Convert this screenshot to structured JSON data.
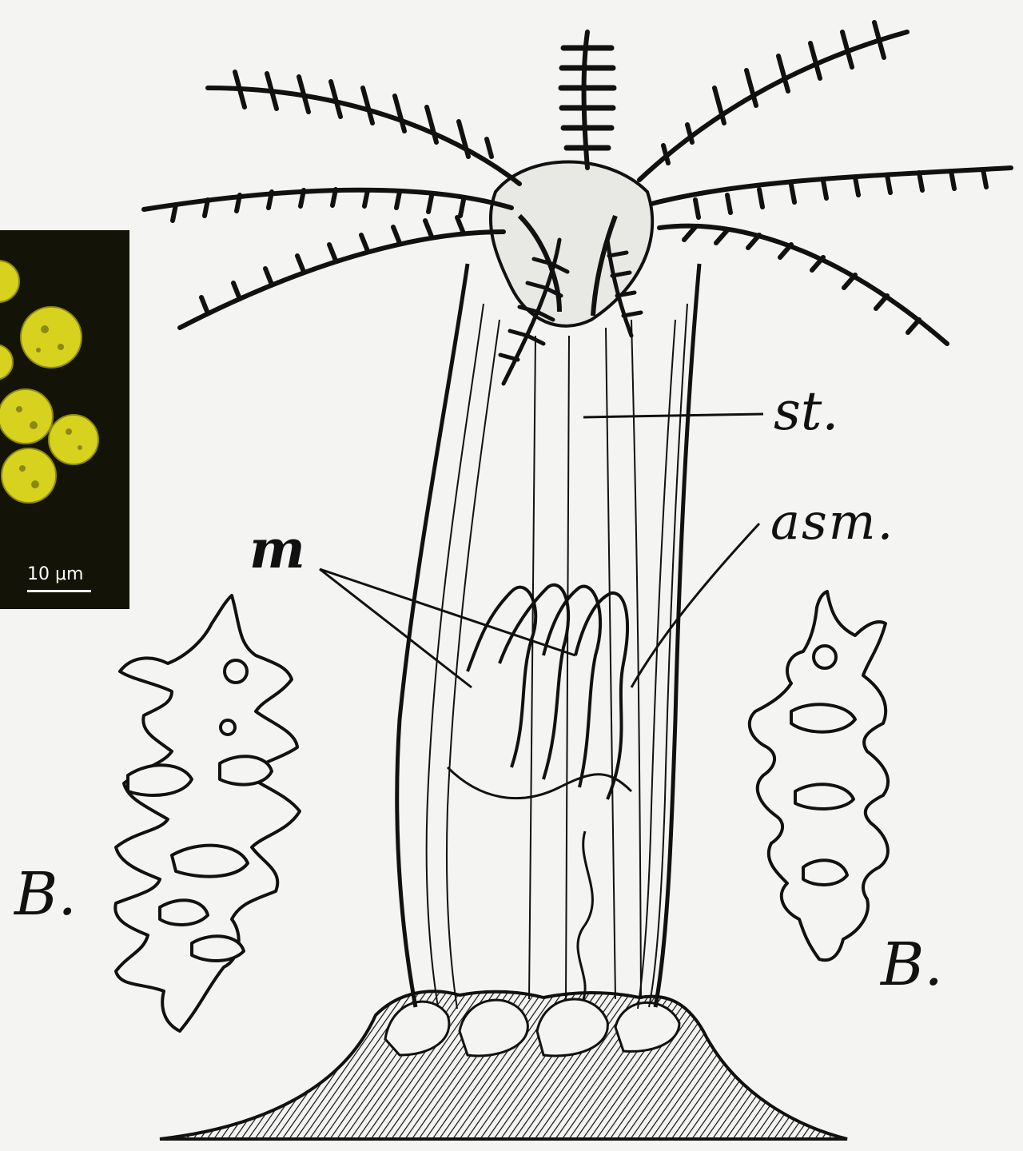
{
  "figure": {
    "labels": {
      "st": "st.",
      "asm": "asm.",
      "m": "m",
      "b_left": "B.",
      "b_right": "B."
    },
    "micrograph": {
      "scale_bar_label": "10 μm",
      "cell_color": "#d7d21e",
      "background_color": "#141307"
    },
    "ink_color": "#111111",
    "paper_color": "#f4f4f2"
  }
}
